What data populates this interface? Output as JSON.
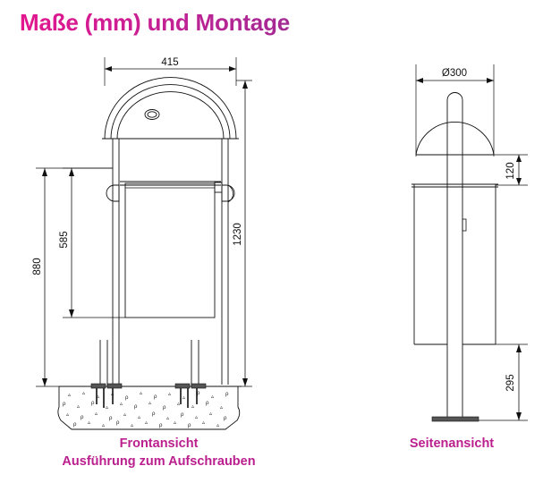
{
  "title": "Maße (mm) und Montage",
  "colors": {
    "title_start": "#e2168e",
    "title_end": "#a32a94",
    "caption": "#bb1f8e",
    "line": "#111111",
    "background": "#ffffff"
  },
  "captions": {
    "front_line1": "Frontansicht",
    "front_line2": "Ausführung zum Aufschrauben",
    "side": "Seitenansicht"
  },
  "front_view": {
    "dimensions": {
      "width_top": "415",
      "height_total": "1230",
      "height_outer": "880",
      "height_inner": "585"
    }
  },
  "side_view": {
    "dimensions": {
      "diameter": "Ø300",
      "dome_gap": "120",
      "base_height": "295"
    }
  }
}
